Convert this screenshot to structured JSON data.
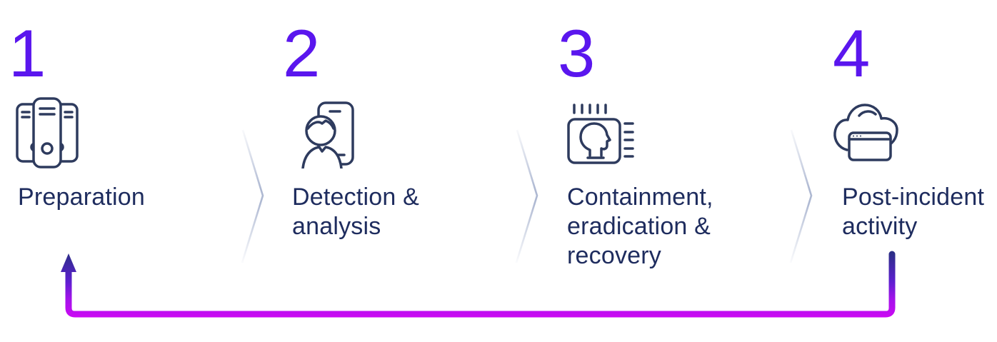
{
  "diagram": {
    "type": "process-steps",
    "background": "#ffffff",
    "colors": {
      "step_number": "#5a16ee",
      "label_text": "#1e2c5e",
      "icon_stroke": "#2e3b5e",
      "chevron": "#b2bcd4",
      "arrow_gradient_top": "#2b2e86",
      "arrow_gradient_mid": "#8a16e8",
      "arrow_gradient_bottom": "#cb0af3"
    },
    "steps": [
      {
        "number": "1",
        "label": "Preparation",
        "lines": [
          "Preparation"
        ],
        "icon": "servers-icon"
      },
      {
        "number": "2",
        "label": "Detection & analysis",
        "lines": [
          "Detection &",
          "analysis"
        ],
        "icon": "person-phone-icon"
      },
      {
        "number": "3",
        "label": "Containment, eradication & recovery",
        "lines": [
          "Containment,",
          "eradication &",
          "recovery"
        ],
        "icon": "ai-chip-icon"
      },
      {
        "number": "4",
        "label": "Post-incident activity",
        "lines": [
          "Post-incident",
          "activity"
        ],
        "icon": "cloud-window-icon"
      }
    ],
    "loop_arrow": {
      "from_step": "4",
      "to_step": "1"
    }
  }
}
